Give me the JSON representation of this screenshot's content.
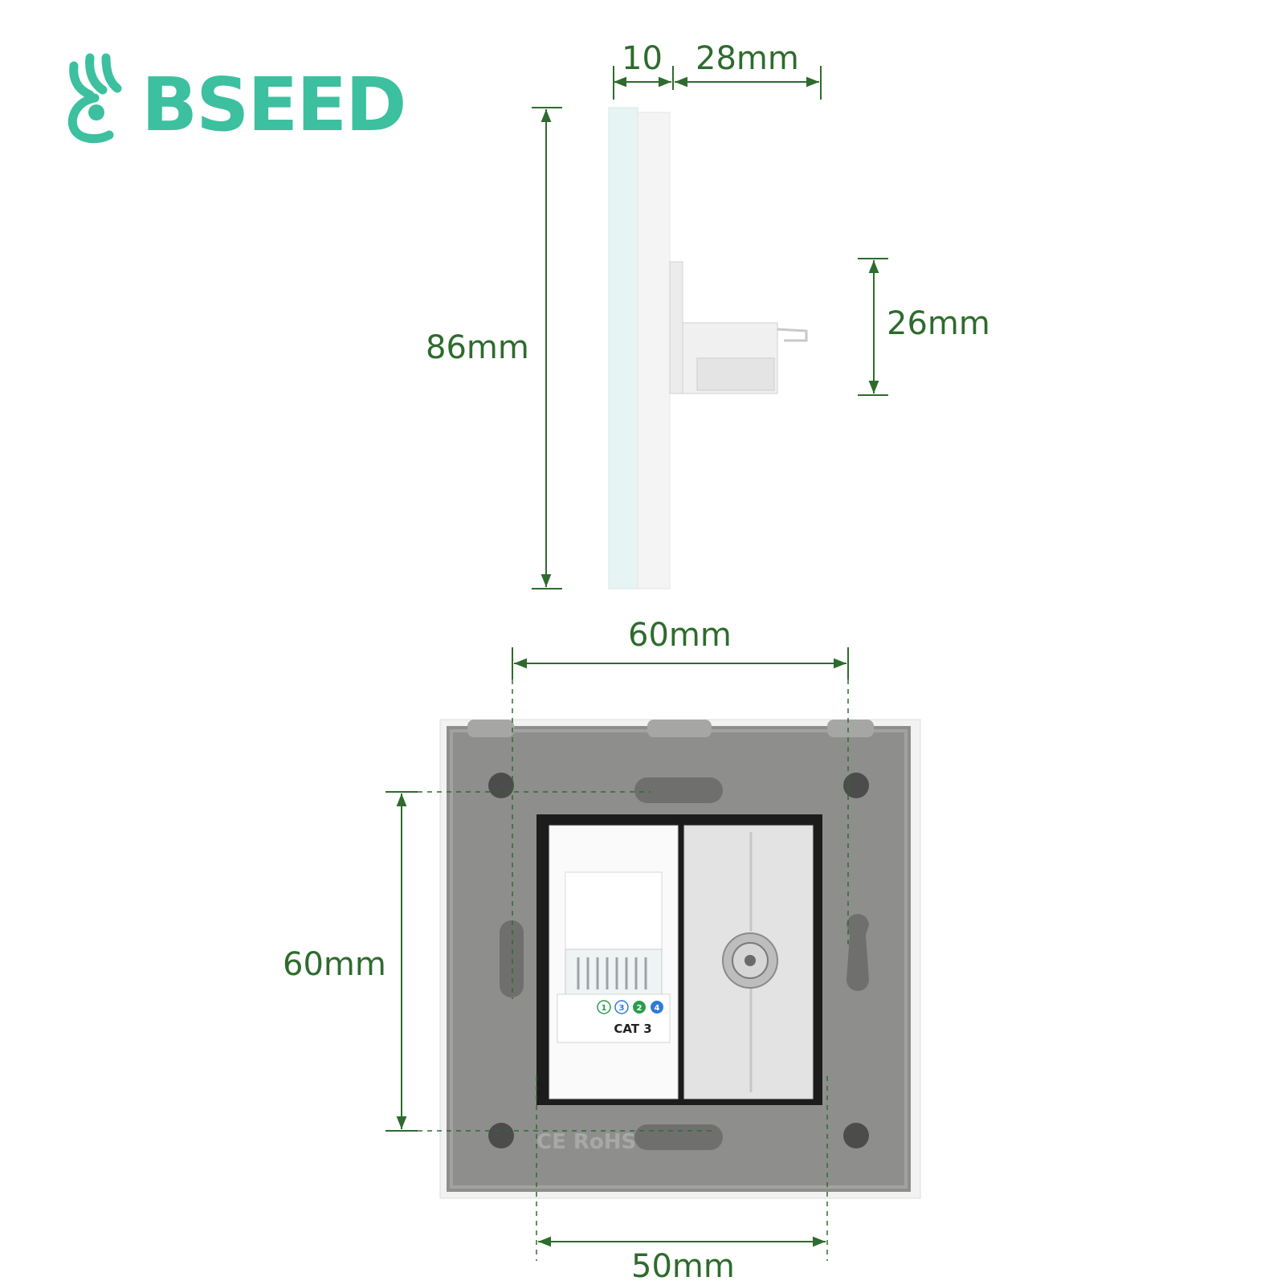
{
  "brand": {
    "name": "BSEED",
    "color": "#3cc0a0"
  },
  "colors": {
    "dimension_line": "#2e6b2e",
    "dimension_text": "#2e6b2e",
    "panel_gray": "#8e8f8d",
    "frame_white": "#f4f4f4",
    "glass_tint": "#e6f5f4"
  },
  "side_view": {
    "depth_glass_label": "10",
    "depth_module_label": "28mm",
    "height_label": "86mm",
    "module_height_label": "26mm"
  },
  "rear_view": {
    "mount_width_label": "60mm",
    "mount_height_label": "60mm",
    "inner_width_label": "50mm",
    "jack_pins": [
      "1",
      "3",
      "2",
      "4"
    ],
    "jack_label": "CAT 3",
    "cert_mark": "CE RoHS"
  }
}
